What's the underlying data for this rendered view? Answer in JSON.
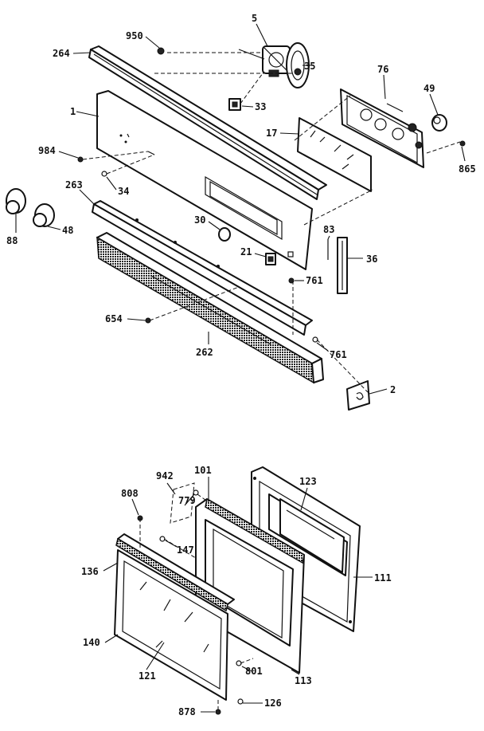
{
  "callouts": {
    "c264": "264",
    "c950": "950",
    "c5": "5",
    "c35": "35",
    "c76": "76",
    "c49": "49",
    "c33": "33",
    "c1": "1",
    "c17": "17",
    "c984": "984",
    "c865": "865",
    "c263": "263",
    "c34": "34",
    "c88": "88",
    "c48": "48",
    "c30": "30",
    "c83": "83",
    "c21": "21",
    "c36": "36",
    "c761a": "761",
    "c654": "654",
    "c262": "262",
    "c761b": "761",
    "c2": "2",
    "c942": "942",
    "c101": "101",
    "c123": "123",
    "c808": "808",
    "c779": "779",
    "c147": "147",
    "c136": "136",
    "c111": "111",
    "c140": "140",
    "c121": "121",
    "c801": "801",
    "c113": "113",
    "c878": "878",
    "c126": "126"
  }
}
